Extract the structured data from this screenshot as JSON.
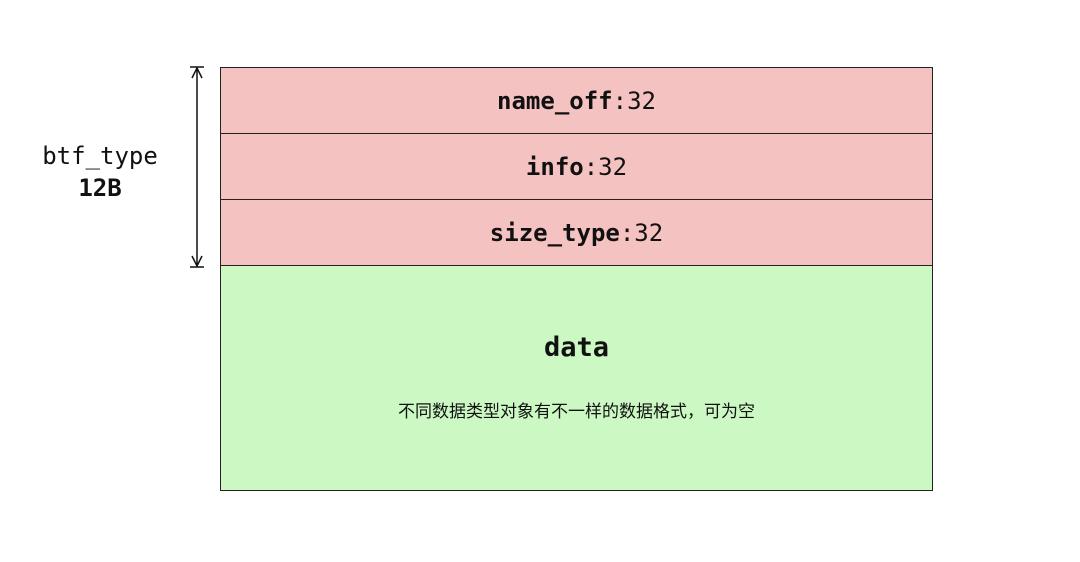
{
  "side_label": {
    "name": "btf_type",
    "size": "12B"
  },
  "fields": [
    {
      "name": "name_off",
      "sep": ":",
      "bits": "32"
    },
    {
      "name": "info",
      "sep": ":",
      "bits": "32"
    },
    {
      "name": "size_type",
      "sep": ":",
      "bits": "32"
    }
  ],
  "data_block": {
    "title": "data",
    "description": "不同数据类型对象有不一样的数据格式，可为空"
  },
  "colors": {
    "header_fill": "#f4c2c1",
    "data_fill": "#ccf9c3",
    "border": "#222222"
  }
}
